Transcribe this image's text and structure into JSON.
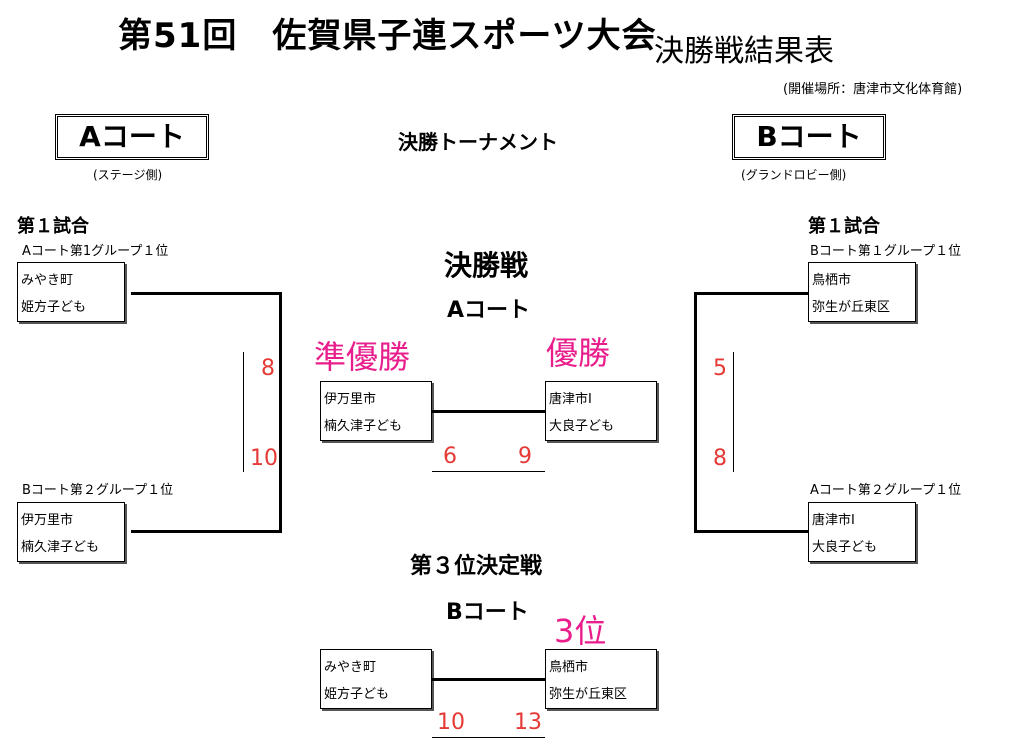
{
  "header": {
    "title": "第51回　佐賀県子連スポーツ大会",
    "subtitle": "決勝戦結果表",
    "venue": "(開催場所：唐津市文化体育館)"
  },
  "courts": {
    "a_label": "Aコート",
    "a_sub": "(ステージ側)",
    "b_label": "Bコート",
    "b_sub": "(グランドロビー側)",
    "tournament_title": "決勝トーナメント"
  },
  "left": {
    "match_label": "第１試合",
    "top_group": "Aコート第1グループ１位",
    "top_team": [
      "みやき町",
      "姫方子ども"
    ],
    "bottom_group": "Bコート第２グループ１位",
    "bottom_team": [
      "伊万里市",
      "楠久津子ども"
    ],
    "score_top": "8",
    "score_bottom": "10"
  },
  "right": {
    "match_label": "第１試合",
    "top_group": "Bコート第１グループ１位",
    "top_team": [
      "鳥栖市",
      "弥生が丘東区"
    ],
    "bottom_group": "Aコート第２グループ１位",
    "bottom_team": [
      "唐津市Ⅰ",
      "大良子ども"
    ],
    "score_top": "5",
    "score_bottom": "8"
  },
  "final": {
    "title": "決勝戦",
    "court": "Aコート",
    "left_award": "準優勝",
    "right_award": "優勝",
    "left_team": [
      "伊万里市",
      "楠久津子ども"
    ],
    "right_team": [
      "唐津市Ⅰ",
      "大良子ども"
    ],
    "left_score": "6",
    "right_score": "9"
  },
  "third": {
    "title": "第３位決定戦",
    "court": "Bコート",
    "right_award": "3位",
    "left_team": [
      "みやき町",
      "姫方子ども"
    ],
    "right_team": [
      "鳥栖市",
      "弥生が丘東区"
    ],
    "left_score": "10",
    "right_score": "13"
  }
}
